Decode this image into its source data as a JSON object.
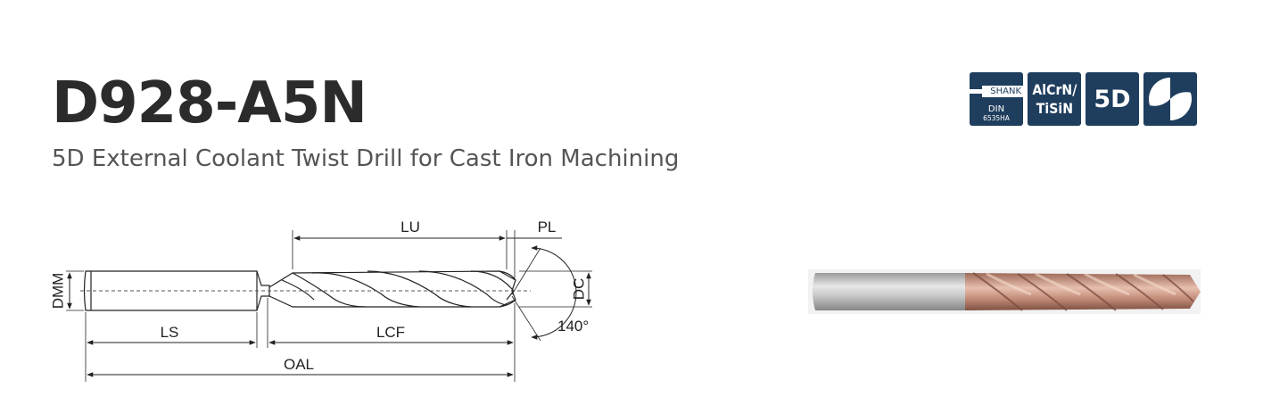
{
  "product": {
    "code": "D928-A5N",
    "description": "5D External Coolant Twist Drill for Cast Iron Machining"
  },
  "badges": {
    "shank": {
      "label": "SHANK",
      "standard_line1": "DIN",
      "standard_line2": "6535HA"
    },
    "coating": {
      "line1": "AlCrN/",
      "line2": "TiSiN"
    },
    "length_ratio": "5D",
    "flute_icon": "two-flute-cross-section-icon"
  },
  "dimensions": {
    "LU": "LU",
    "PL": "PL",
    "DMM": "DMM",
    "DC": "DC",
    "LS": "LS",
    "LCF": "LCF",
    "OAL": "OAL",
    "angle": "140°"
  },
  "colors": {
    "badge_bg": "#1f3e5e",
    "title": "#2b2b2b",
    "subtitle": "#555555",
    "coating_copper": "#c8907a",
    "shank_silver": "#c4c4c4"
  }
}
